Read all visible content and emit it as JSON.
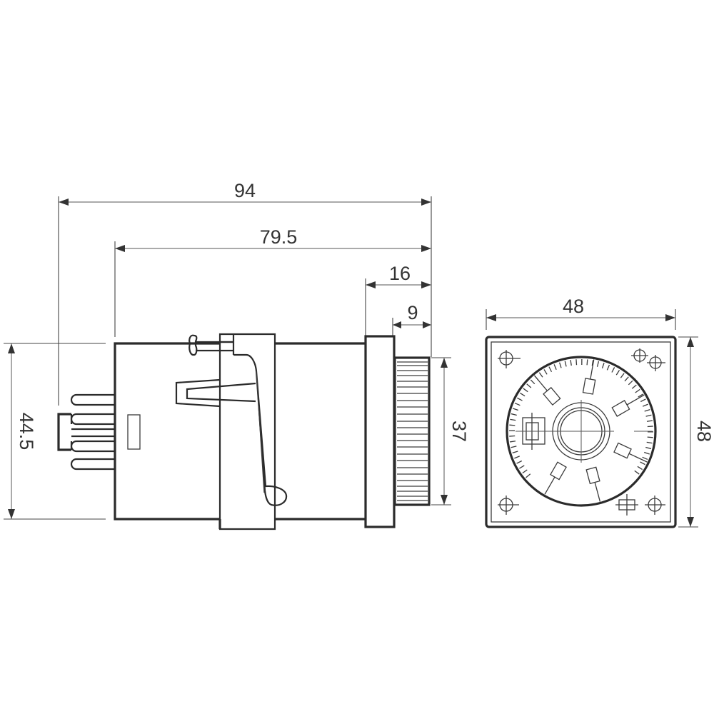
{
  "drawing": {
    "title": "Timer relay dimensional drawing",
    "units": "mm",
    "colors": {
      "line": "#2b2b2b",
      "background": "#ffffff",
      "text": "#333333"
    }
  },
  "side_view": {
    "dimensions": {
      "overall_length": "94",
      "body_length": "79.5",
      "bezel_to_front": "16",
      "knob_depth": "9",
      "body_height": "44.5",
      "knob_diameter": "37"
    }
  },
  "front_view": {
    "dimensions": {
      "width": "48",
      "height": "48"
    },
    "dial": {
      "scale_markers": 8,
      "center_knob": "crosshair-knob"
    }
  }
}
